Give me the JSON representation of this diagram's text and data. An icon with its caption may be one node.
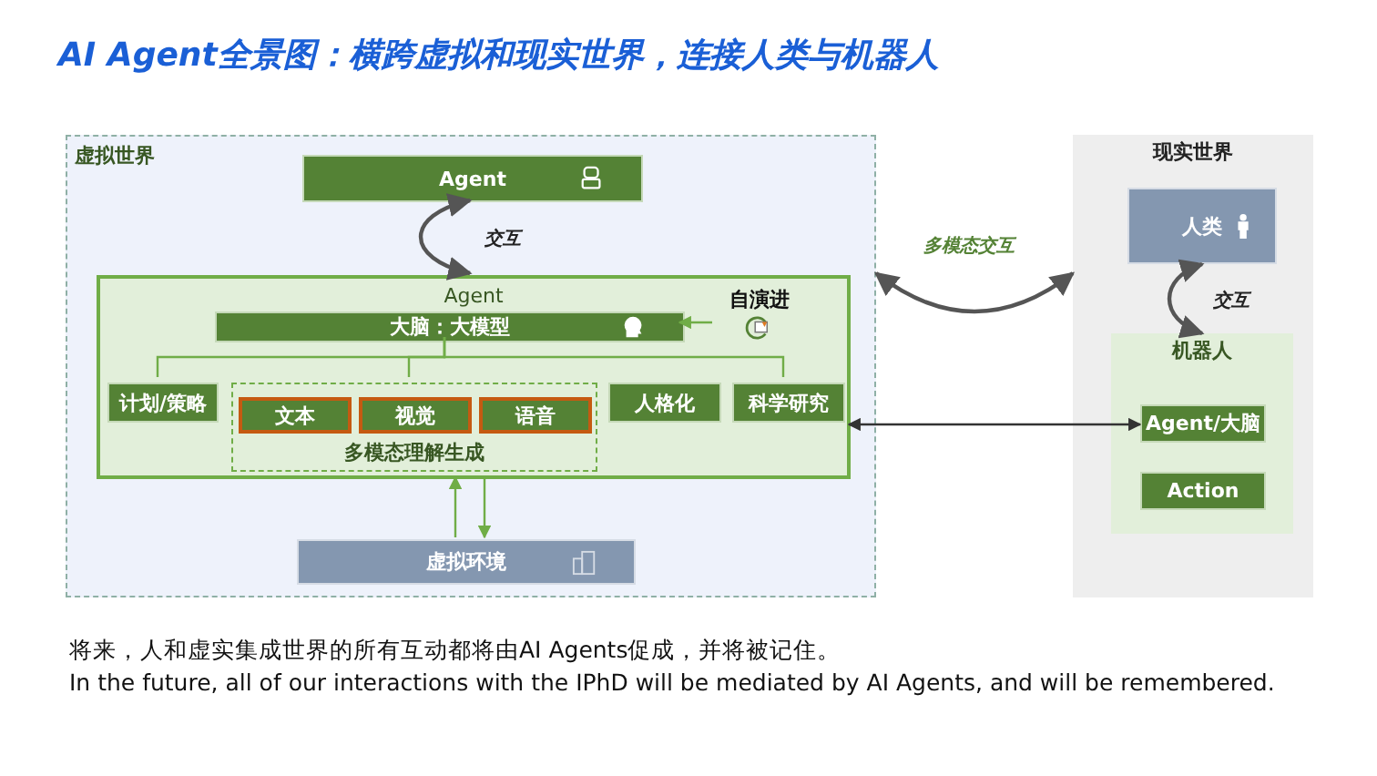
{
  "diagram": {
    "title": "AI Agent全景图：横跨虚拟和现实世界，连接人类与机器人",
    "nodes": [
      {
        "text": [
          "虚拟世界"
        ]
      },
      {
        "text": [
          "Agent"
        ],
        "in": 0
      },
      {
        "text": [
          "Agent"
        ],
        "in": 0
      },
      {
        "text": [
          "大脑：大模型"
        ],
        "in": 2
      },
      {
        "text": [
          "自演进"
        ],
        "in": 2
      },
      {
        "text": [
          "计划/策略"
        ],
        "in": 2
      },
      {
        "text": [
          "多模态理解生成"
        ],
        "in": 2
      },
      {
        "text": [
          "文本"
        ],
        "in": 6
      },
      {
        "text": [
          "视觉"
        ],
        "in": 6
      },
      {
        "text": [
          "语音"
        ],
        "in": 6
      },
      {
        "text": [
          "人格化"
        ],
        "in": 2
      },
      {
        "text": [
          "科学研究"
        ],
        "in": 2
      },
      {
        "text": [
          "虚拟环境"
        ],
        "in": 0
      },
      {
        "text": [
          "现实世界"
        ]
      },
      {
        "text": [
          "人类"
        ],
        "in": 13
      },
      {
        "text": [
          "机器人"
        ],
        "in": 13
      },
      {
        "text": [
          "Agent/大脑"
        ],
        "in": 15
      },
      {
        "text": [
          "Action"
        ],
        "in": 15
      }
    ],
    "edges": [
      {
        "from": 1,
        "to": 2,
        "label": "交互",
        "arrow": "both",
        "color": "#555555"
      },
      {
        "from": 4,
        "to": 3,
        "arrow": "to"
      },
      {
        "from": 3,
        "to": 5,
        "arrow": "none"
      },
      {
        "from": 3,
        "to": 6,
        "arrow": "none"
      },
      {
        "from": 3,
        "to": 11,
        "arrow": "none"
      },
      {
        "from": 12,
        "to": 2,
        "arrow": "to"
      },
      {
        "from": 2,
        "to": 12,
        "arrow": "to"
      },
      {
        "from": 0,
        "to": 13,
        "label": "多模态交互",
        "arrow": "both",
        "color": "#555555"
      },
      {
        "from": 2,
        "to": 16,
        "arrow": "both",
        "color": "#333333"
      },
      {
        "from": 14,
        "to": 15,
        "label": "交互",
        "arrow": "both",
        "color": "#555555"
      }
    ],
    "caption": "将来，人和虚实集成世界的所有互动都将由AI Agents促成，并将被记住。",
    "labels": [
      "In the future, all of our interactions with the IPhD will be mediated by AI Agents, and will be remembered."
    ]
  }
}
